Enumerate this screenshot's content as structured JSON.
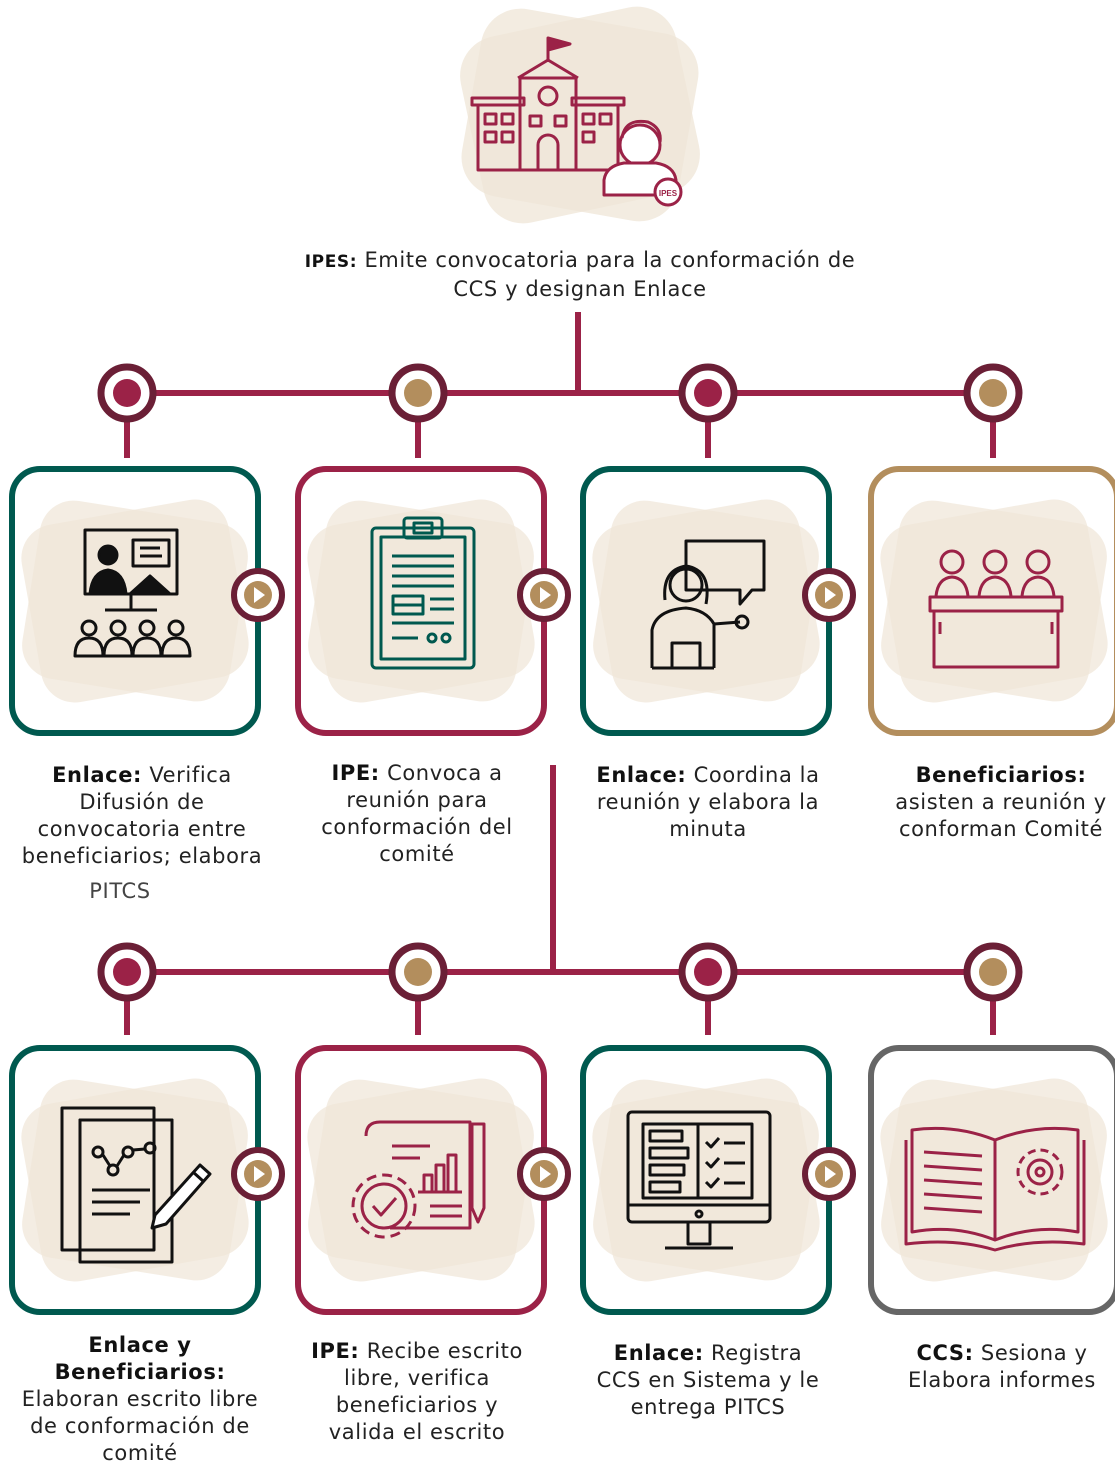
{
  "colors": {
    "wine": "#9b2247",
    "wine_dark": "#6b1f36",
    "green": "#00594f",
    "gold": "#b38e5d",
    "gray": "#666666",
    "beige": "#efe6d7",
    "black": "#111111"
  },
  "top": {
    "icon": "school-building-with-person-icon",
    "badge": "IPES",
    "actor": "IPES:",
    "text": "Emite convocatoria para la conformación de CCS y designan Enlace"
  },
  "row1": [
    {
      "actor": "Enlace:",
      "text": "Verifica Difusión de convocatoria entre beneficiarios; elabora",
      "overflow": "PITCS",
      "border": "green",
      "icon": "video-conference-audience-icon",
      "dot": "wine"
    },
    {
      "actor": "IPE:",
      "text": "Convoca a reunión para conformación del comité",
      "border": "wine",
      "icon": "clipboard-document-icon",
      "dot": "gold"
    },
    {
      "actor": "Enlace:",
      "text": "Coordina la reunión y elabora la minuta",
      "border": "green",
      "icon": "speaker-with-speech-bubble-icon",
      "dot": "wine"
    },
    {
      "actor": "Beneficiarios:",
      "text": "asisten a reunión y conforman Comité",
      "border": "gold",
      "icon": "committee-at-table-icon",
      "dot": "gold"
    }
  ],
  "row2": [
    {
      "actor": "Enlace y Beneficiarios:",
      "text": "Elaboran escrito libre de conformación de comité",
      "border": "green",
      "icon": "document-writing-icon",
      "dot": "wine"
    },
    {
      "actor": "IPE:",
      "text": "Recibe escrito libre, verifica beneficiarios y valida el escrito",
      "border": "wine",
      "icon": "report-validation-gear-icon",
      "dot": "gold"
    },
    {
      "actor": "Enlace:",
      "text": "Registra CCS en Sistema y le entrega PITCS",
      "border": "green",
      "icon": "computer-system-checklist-icon",
      "dot": "wine"
    },
    {
      "actor": "CCS:",
      "text": "Sesiona y Elabora informes",
      "border": "gray",
      "icon": "book-gear-icon",
      "dot": "gold"
    }
  ]
}
